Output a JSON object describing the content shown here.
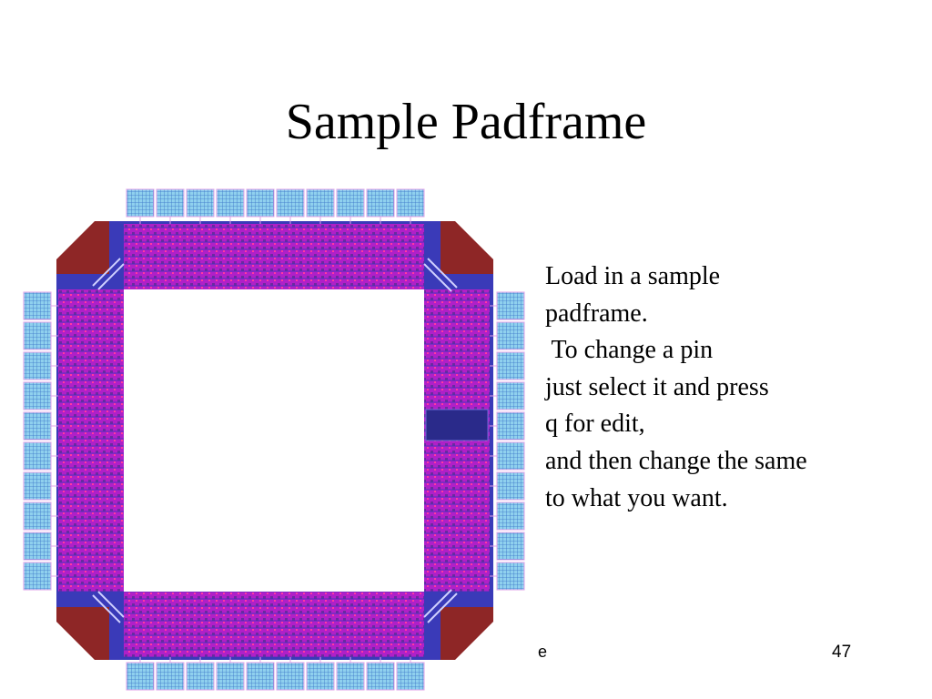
{
  "slide": {
    "title": "Sample Padframe",
    "body_lines": [
      "Load in a sample",
      "padframe.",
      " To change a pin",
      "just select it and press",
      "q for edit,",
      "and then change the same",
      "to what you want."
    ],
    "footer_fragment": "e",
    "slide_number": "47"
  },
  "padframe": {
    "pads_per_side": 10,
    "colors": {
      "pad_fill": "#8fd0ee",
      "pad_mesh": "#3a73c8",
      "pad_outline": "#e0a0e8",
      "ring_blue": "#3a3ab8",
      "ring_dark": "#2a2a8a",
      "corner_maroon": "#8e2626",
      "io_magenta": "#b020c8",
      "io_pink": "#ff3aa0",
      "io_purple": "#6a2aa0",
      "core": "#ffffff"
    }
  }
}
